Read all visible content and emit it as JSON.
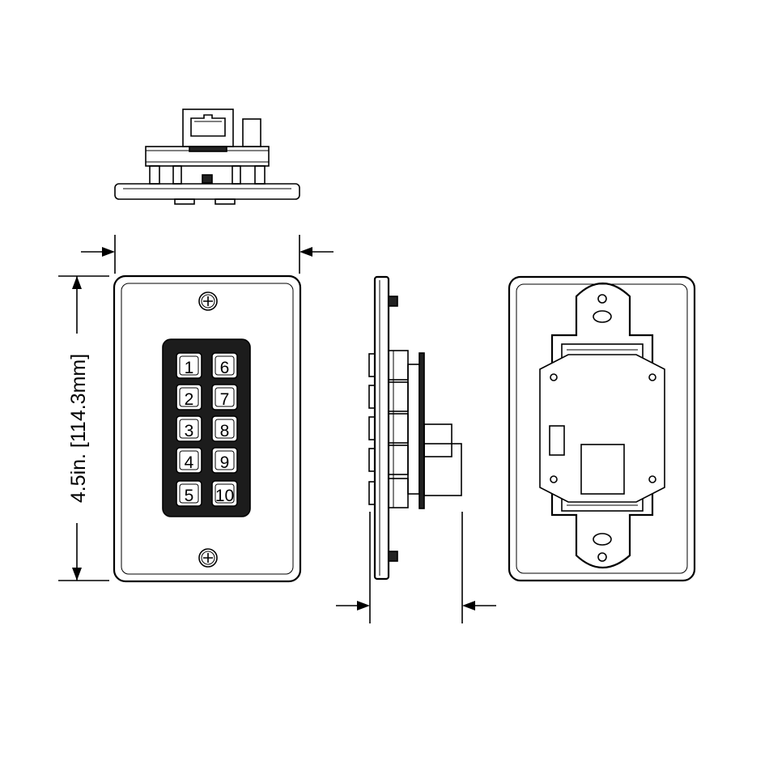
{
  "dimensions": {
    "height_label": "4.5in. [114.3mm]"
  },
  "keypad": {
    "keys": [
      {
        "label": "1"
      },
      {
        "label": "6"
      },
      {
        "label": "2"
      },
      {
        "label": "7"
      },
      {
        "label": "3"
      },
      {
        "label": "8"
      },
      {
        "label": "4"
      },
      {
        "label": "9"
      },
      {
        "label": "5"
      },
      {
        "label": "10"
      }
    ]
  }
}
